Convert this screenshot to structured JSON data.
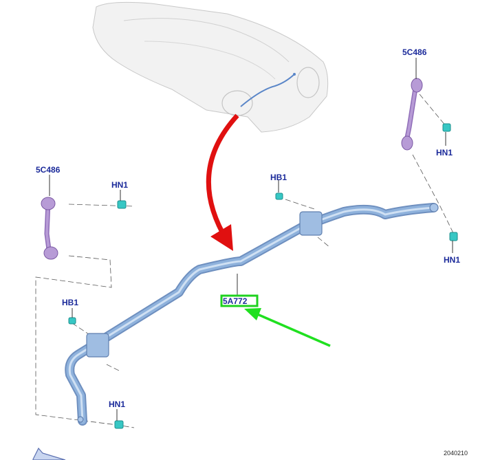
{
  "labels": {
    "link_right": "5C486",
    "link_left": "5C486",
    "hb1_top": "HB1",
    "hb1_left": "HB1",
    "hn1_top_left": "HN1",
    "hn1_right_top": "HN1",
    "hn1_right_bottom": "HN1",
    "hn1_bottom_left": "HN1",
    "bar": "5A772"
  },
  "reference_number": "2040210",
  "colors": {
    "label_text": "#1b2a9a",
    "stabilizer_bar": "#8fb2dc",
    "link_parts": "#b79bd6",
    "fastener": "#37c7c4",
    "highlight_box": "#1ed11e",
    "callout_red_arrow": "#e01010",
    "callout_green_arrow": "#20e020"
  }
}
